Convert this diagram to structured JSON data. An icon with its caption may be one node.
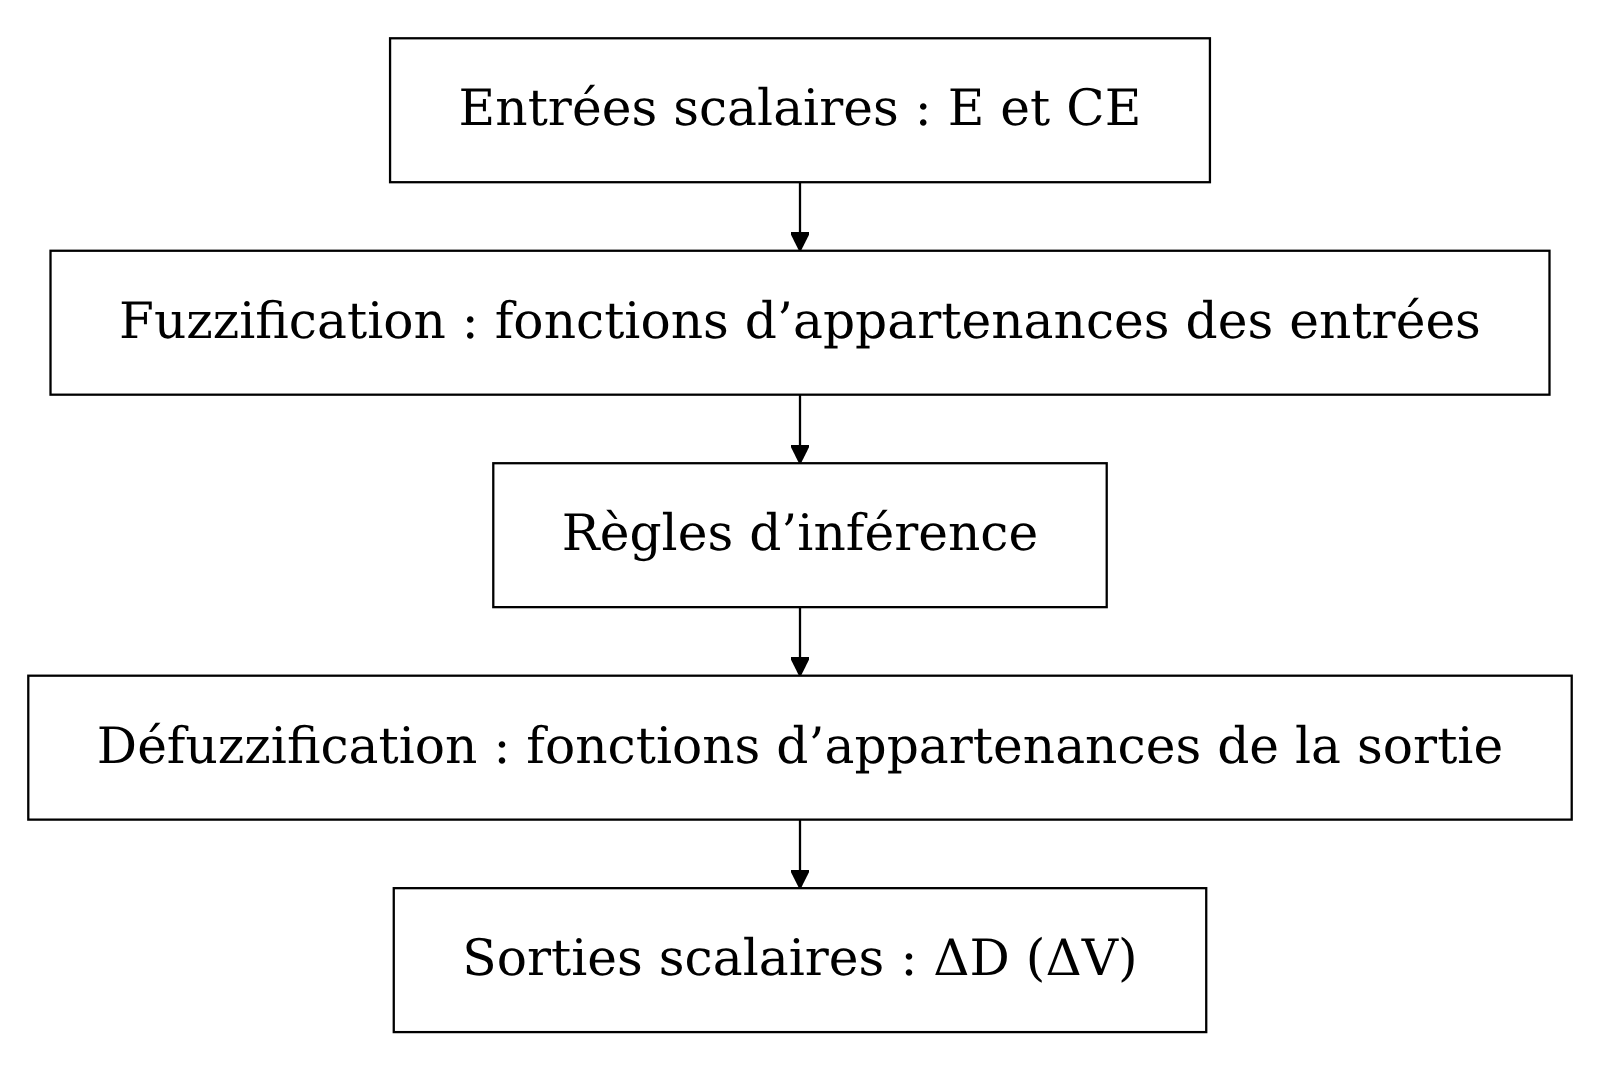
{
  "diagram": {
    "nodes": [
      {
        "text": [
          "Entrées scalaires : E et CE"
        ]
      },
      {
        "text": [
          "Fuzzification : fonctions d’appartenances des entrées"
        ]
      },
      {
        "text": [
          "Règles d’inférence"
        ]
      },
      {
        "text": [
          "Défuzzification : fonctions d’appartenances de la sortie"
        ]
      },
      {
        "text": [
          "Sorties scalaires : ΔD (ΔV)"
        ]
      }
    ],
    "edges": [
      {
        "from": 0,
        "to": 1,
        "arrow": "to"
      },
      {
        "from": 1,
        "to": 2,
        "arrow": "to"
      },
      {
        "from": 2,
        "to": 3,
        "arrow": "to"
      },
      {
        "from": 3,
        "to": 4,
        "arrow": "to"
      }
    ]
  }
}
